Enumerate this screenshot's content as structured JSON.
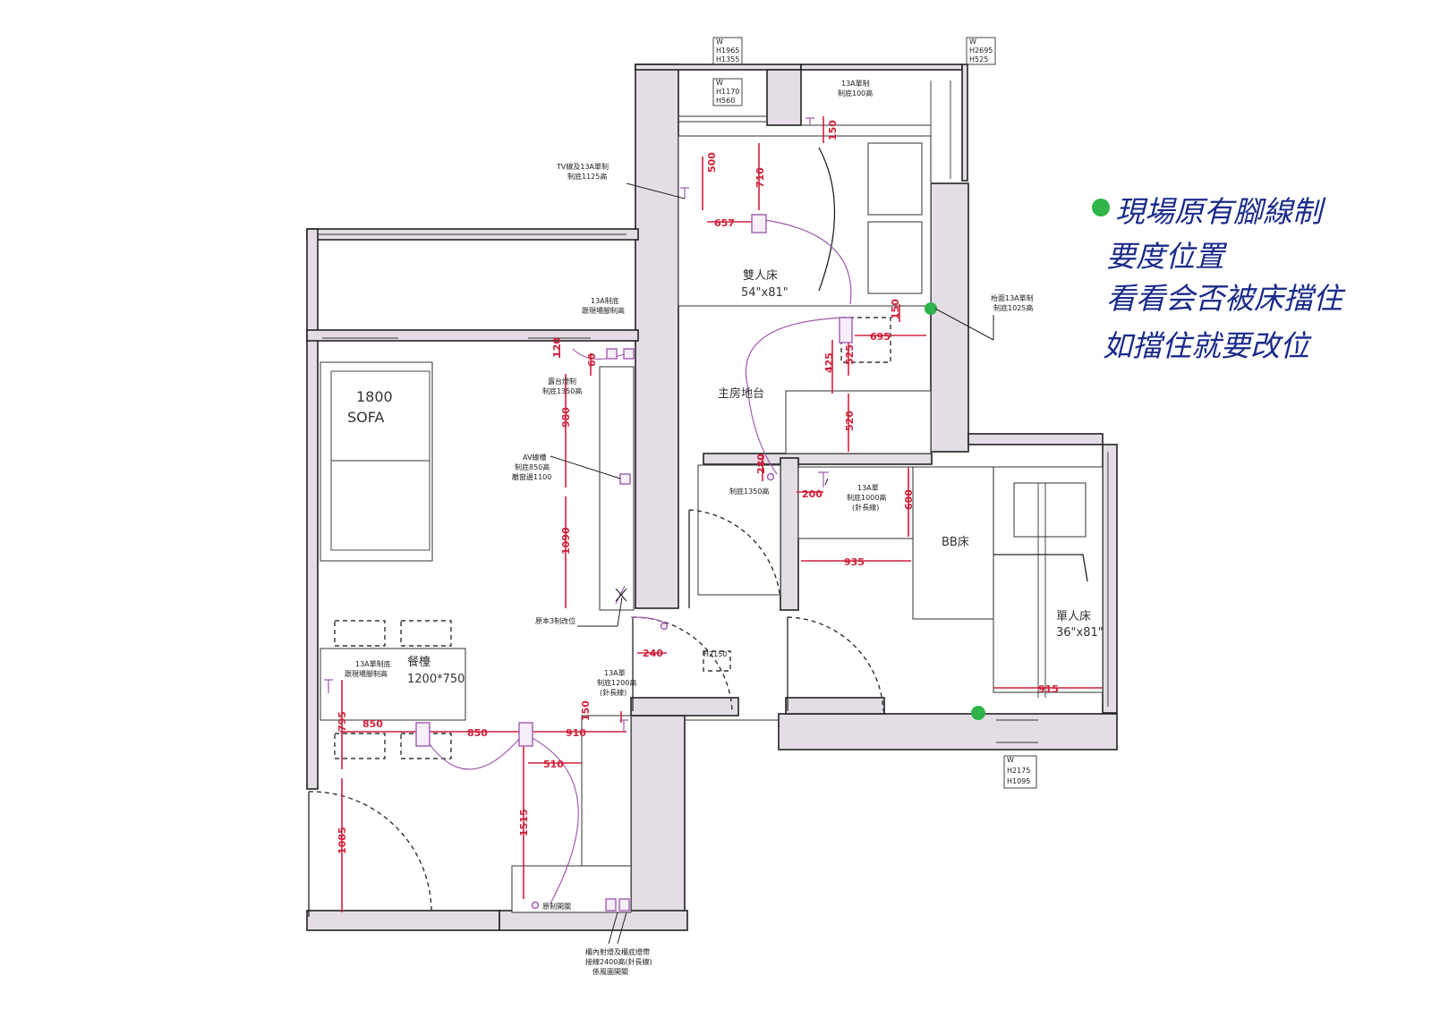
{
  "rooms": {
    "sofa_size": "1800",
    "sofa_label": "SOFA",
    "dining_label": "餐檯",
    "dining_size": "1200*750",
    "double_bed_label": "雙人床",
    "double_bed_size": "54\"x81\"",
    "platform_label": "主房地台",
    "bb_bed_label": "BB床",
    "single_bed_label": "單人床",
    "single_bed_size": "36\"x81\""
  },
  "windows": {
    "w_top1": [
      "W",
      "H1965",
      "H1355"
    ],
    "w_top2": [
      "W",
      "H2695",
      "H525"
    ],
    "w_top3": [
      "W",
      "H1170",
      "H560"
    ],
    "w_bottom": [
      "W",
      "H2175",
      "H1095"
    ],
    "door_h": "H2150"
  },
  "dimensions": {
    "d150_top": "150",
    "d500": "500",
    "d710": "710",
    "d657": "657",
    "d150_bed": "150",
    "d695": "695",
    "d425": "425",
    "d525": "525",
    "d520": "520",
    "d120": "120",
    "d60": "60",
    "d980": "980",
    "d1090": "1090",
    "d240": "240",
    "d200": "200",
    "d280": "280",
    "d600": "600",
    "d935": "935",
    "d915": "915",
    "d850a": "850",
    "d850b": "850",
    "d910": "910",
    "d510": "510",
    "d795": "795",
    "d150_b": "150",
    "d1515": "1515",
    "d1085": "1085"
  },
  "notes": {
    "n_13a_100": [
      "13A單制",
      "制底100高"
    ],
    "n_tv": [
      "TV線及13A單制",
      "制底1125高"
    ],
    "n_13a_follow1": [
      "13A制底",
      "跟現場腳制高"
    ],
    "n_balcony_light": [
      "露台燈制",
      "制底1350高"
    ],
    "n_av": [
      "AV線槽",
      "制底850高",
      "離窗邊1100"
    ],
    "n_original3": "原本3制改位",
    "n_13a_follow2": [
      "13A單制底",
      "跟現場腳制高"
    ],
    "n_13a_1200": [
      "13A單",
      "制底1200高",
      "(針長線)"
    ],
    "n_1350": "制底1350高",
    "n_13a_1000": [
      "13A單",
      "制底1000高",
      "(針長線)"
    ],
    "n_bedhead": [
      "枱面13A單制",
      "制底1025高"
    ],
    "n_orig_switch": "原制開關",
    "n_cabinet": [
      "櫃內射燈及櫃底燈帶",
      "接線2400高(針長線)",
      "係風圖開關"
    ]
  },
  "handwritten": {
    "line1": "現場原有腳線制",
    "line2": "要度位置",
    "line3": "看看会否被床擋住",
    "line4": "如擋住就要改位"
  },
  "colors": {
    "wall_fill": "#e4dde6",
    "dimension_red": "#d0203a",
    "socket_purple": "#a15bb0",
    "handwriting_blue": "#1a2a8a",
    "marker_green": "#2fb34a"
  }
}
